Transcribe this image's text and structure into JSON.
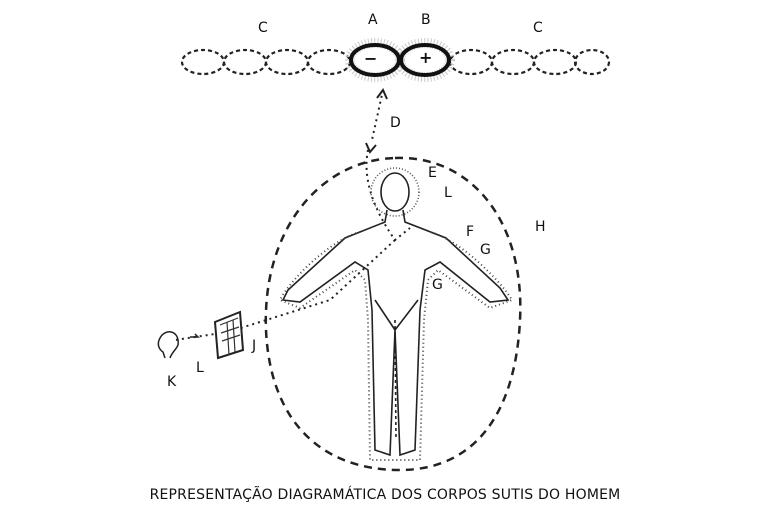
{
  "labels": {
    "a": "A",
    "b": "B",
    "c_left": "C",
    "c_right": "C",
    "d": "D",
    "e": "E",
    "l_head": "L",
    "f": "F",
    "g_arm": "G",
    "h": "H",
    "g_torso": "G",
    "j": "J",
    "k": "K",
    "l_left": "L",
    "minus": "−",
    "plus": "+"
  },
  "caption": "REPRESENTAÇÃO DIAGRAMÁTICA DOS CORPOS SUTIS DO HOMEM"
}
